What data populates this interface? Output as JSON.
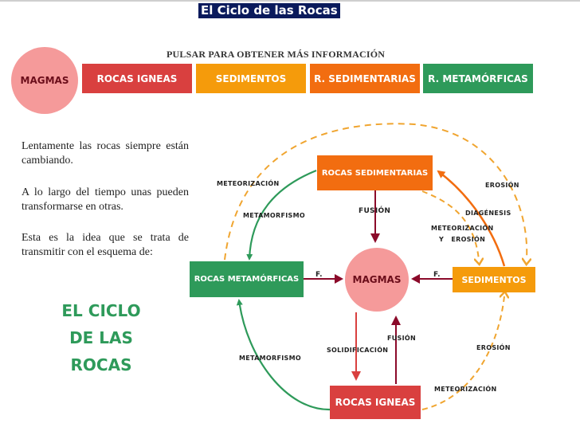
{
  "header": {
    "title": "El Ciclo de las Rocas",
    "instruction": "PULSAR PARA OBTENER MÁS INFORMACIÓN"
  },
  "nav": {
    "magmas": "MAGMAS",
    "igneas": "ROCAS IGNEAS",
    "sedimentos": "SEDIMENTOS",
    "sedimentarias": "R. SEDIMENTARIAS",
    "metamorficas": "R. METAMÓRFICAS"
  },
  "intro": {
    "p1": "Lentamente las rocas siempre están cambiando.",
    "p2": "A lo largo del tiempo unas pueden transformarse en otras.",
    "p3": "Esta es la idea que se trata de transmitir con el esquema de:"
  },
  "big_title": {
    "line1": "EL CICLO",
    "line2": "DE LAS",
    "line3": "ROCAS"
  },
  "diagram": {
    "nodes": {
      "sedimentarias": "ROCAS SEDIMENTARIAS",
      "metamorficas": "ROCAS METAMÓRFICAS",
      "magmas": "MAGMAS",
      "sedimentos": "SEDIMENTOS",
      "igneas": "ROCAS IGNEAS"
    },
    "labels": {
      "meteorizacion_top": "METEORIZACIÓN",
      "metamorfismo_top": "METAMORFISMO",
      "fusion_top": "FUSIÓN",
      "erosion_top": "EROSIÓN",
      "diagenesis": "DIAGÉNESIS",
      "meteorizacion_mid": "METEORIZACIÓN",
      "y_erosion": "Y   EROSIÓN",
      "f_left": "F.",
      "f_right": "F.",
      "solidificacion": "SOLIDIFICACIÓN",
      "fusion_bottom": "FUSIÓN",
      "metamorfismo_bottom": "METAMORFISMO",
      "erosion_bottom": "EROSIÓN",
      "meteorizacion_bottom": "METEORIZACIÓN"
    }
  },
  "colors": {
    "title_bg": "#0a1a5c",
    "magma": "#f59a9a",
    "igneas": "#d9403f",
    "sedimentos": "#f59b0b",
    "sedimentarias": "#f26d10",
    "metamorficas": "#2e9a5a",
    "dark_red": "#8b0a2a",
    "dashed": "#f0a530"
  }
}
